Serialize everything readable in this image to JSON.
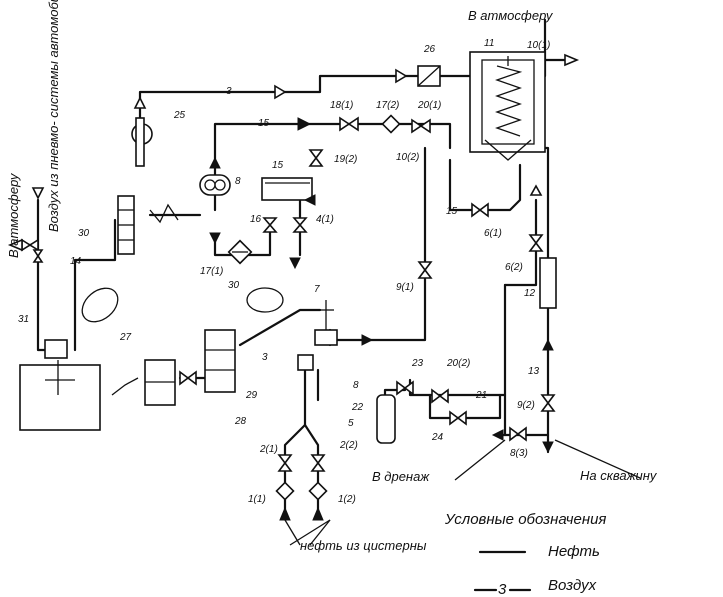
{
  "captions": {
    "to_atmosphere_top": "В атмосферу",
    "to_atmosphere_left": "В атмосферу",
    "air_from_vehicle": "Воздух из пневмо- системы автомобиля",
    "to_drainage": "В дренаж",
    "to_well": "На скважину",
    "oil_from_tank": "нефть из цистерны"
  },
  "legend": {
    "title": "Условные обозначения",
    "oil": "Нефть",
    "air": "Воздух",
    "air_mark": "3"
  },
  "labels": {
    "l26": "26",
    "l11": "11",
    "l10_1": "10(1)",
    "l25": "25",
    "l3a": "3",
    "l15a": "15",
    "l18_1": "18(1)",
    "l17_2": "17(2)",
    "l20_1": "20(1)",
    "l19_2": "19(2)",
    "l10_2": "10(2)",
    "l8": "8",
    "l15b": "15",
    "l16": "16",
    "l4_1": "4(1)",
    "l17_1": "17(1)",
    "l15c": "15",
    "l6_1": "6(1)",
    "l6_2": "6(2)",
    "l30a": "30",
    "l14": "14",
    "l9_1": "9(1)",
    "l12": "12",
    "l30b": "30",
    "l7": "7",
    "l31": "31",
    "l27": "27",
    "l3b": "3",
    "l8b": "8",
    "l23": "23",
    "l20_2": "20(2)",
    "l13": "13",
    "l29": "29",
    "l22": "22",
    "l21": "21",
    "l9_2": "9(2)",
    "l28": "28",
    "l5": "5",
    "l24": "24",
    "l8_3": "8(3)",
    "l2_1": "2(1)",
    "l2_2": "2(2)",
    "l1_1": "1(1)",
    "l1_2": "1(2)"
  }
}
